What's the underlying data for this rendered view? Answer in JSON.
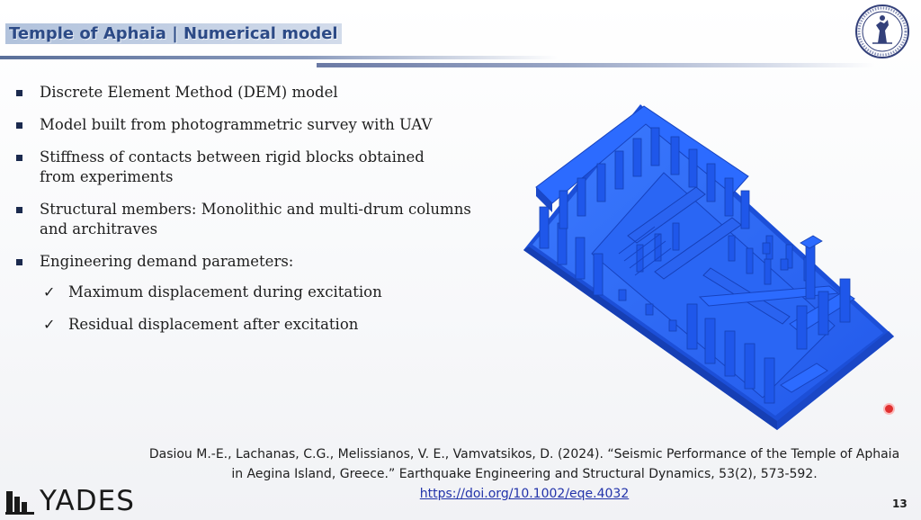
{
  "header": {
    "title": "Temple of Aphaia | Numerical model"
  },
  "bullets": [
    {
      "text": "Discrete Element Method (DEM) model"
    },
    {
      "text": "Model built from photogrammetric survey with UAV"
    },
    {
      "text": "Stiffness of contacts between rigid blocks obtained from experiments"
    },
    {
      "text": "Structural members: Monolithic and multi-drum columns and architraves"
    },
    {
      "text": "Engineering demand parameters:",
      "subitems": [
        "Maximum displacement during excitation",
        "Residual displacement after excitation"
      ]
    }
  ],
  "citation": {
    "line1": "Dasiou M.-E., Lachanas, C.G., Melissianos, V. E., Vamvatsikos, D. (2024). “Seismic Performance of the Temple of Aphaia",
    "line2": "in Aegina Island, Greece.” Earthquake Engineering and Structural Dynamics, 53(2), 573-592.",
    "link": "https://doi.org/10.1002/eqe.4032"
  },
  "footer": {
    "brand": "YADES",
    "page_number": "13"
  },
  "icons": {
    "university_logo": "ntua-seal-icon",
    "brand_logo": "yades-columns-icon",
    "bullet": "square-bullet-icon",
    "check": "checkmark-icon"
  },
  "colors": {
    "title_text": "#2c4a86",
    "model_blue": "#1f5ff2",
    "bullet": "#1b2a4e",
    "link": "#2233aa"
  }
}
